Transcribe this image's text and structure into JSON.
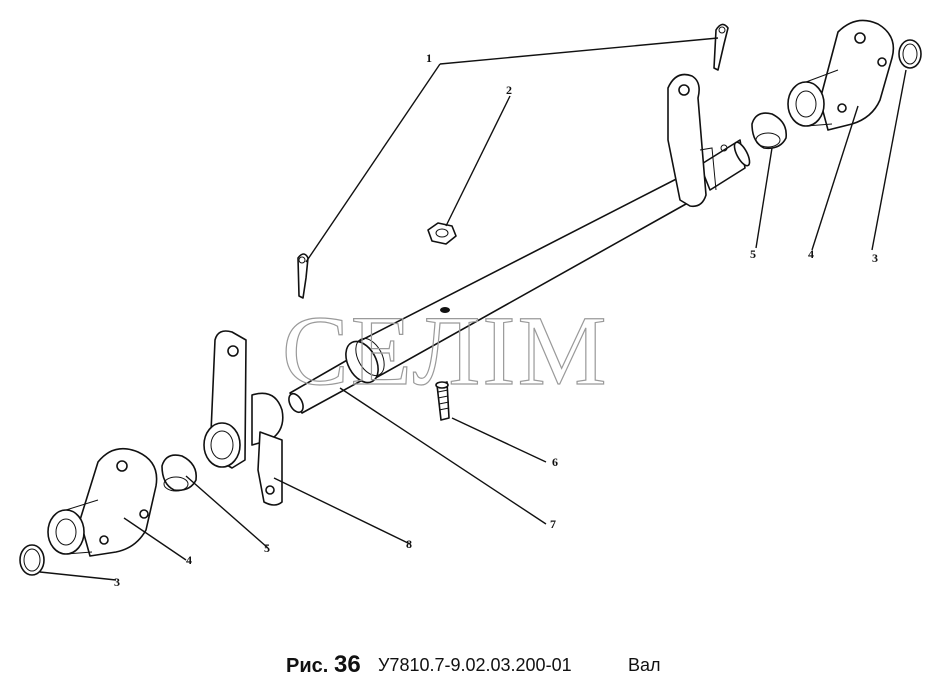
{
  "watermark": "СЕЛІМ",
  "caption": {
    "prefix": "Рис.",
    "number": "36",
    "code": "У7810.7-9.02.03.200-01",
    "title": "Вал"
  },
  "callouts": {
    "c1": "1",
    "c2": "2",
    "c3_right": "3",
    "c4_right": "4",
    "c5_right": "5",
    "c6": "6",
    "c7": "7",
    "c8": "8",
    "c5_left": "5",
    "c4_left": "4",
    "c3_left": "3"
  }
}
